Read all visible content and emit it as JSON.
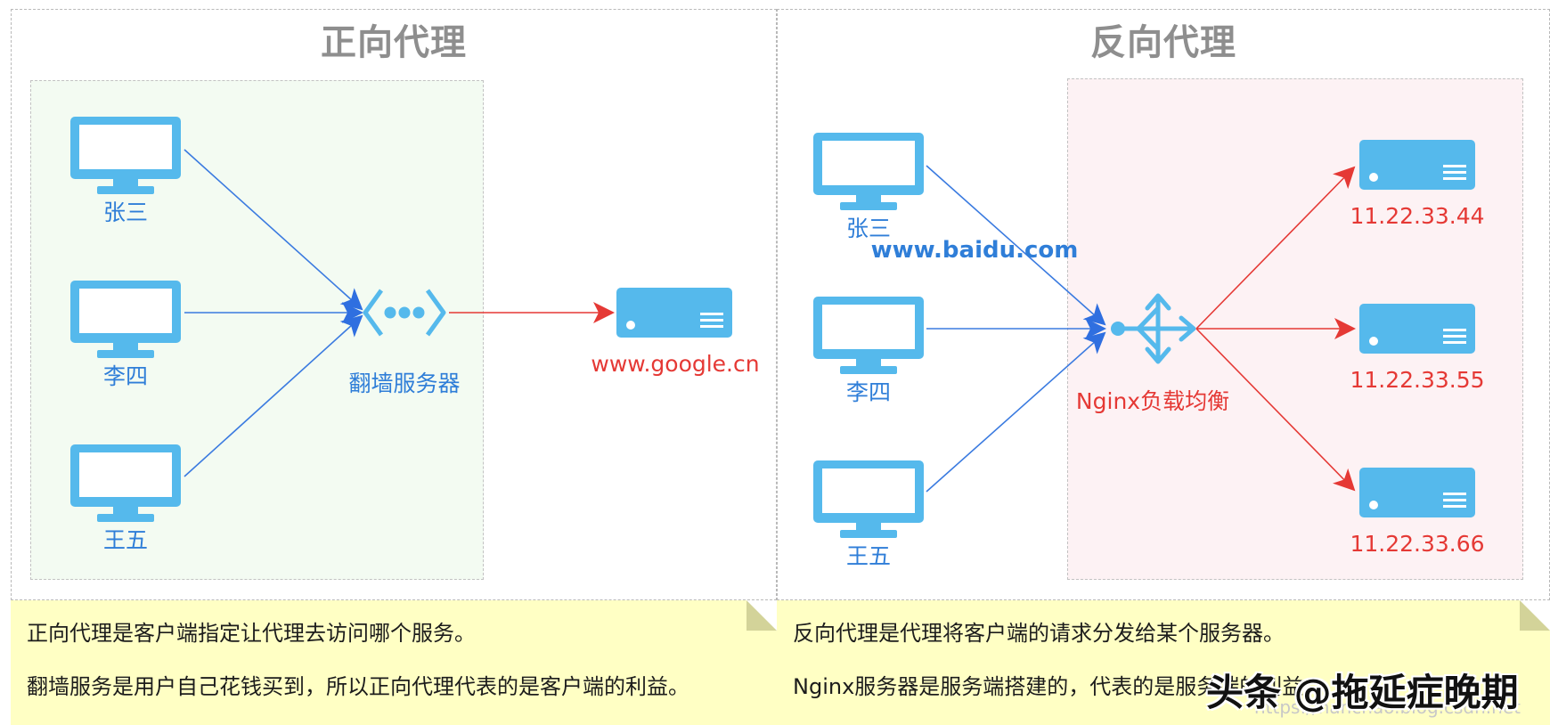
{
  "forward": {
    "title": "正向代理",
    "clients": [
      "张三",
      "李四",
      "王五"
    ],
    "proxy_label": "翻墙服务器",
    "target_label": "www.google.cn",
    "notes": [
      "正向代理是客户端指定让代理去访问哪个服务。",
      "翻墙服务是用户自己花钱买到，所以正向代理代表的是客户端的利益。"
    ]
  },
  "reverse": {
    "title": "反向代理",
    "clients": [
      "张三",
      "李四",
      "王五"
    ],
    "request_url": "www.baidu.com",
    "balancer_label": "Nginx负载均衡",
    "servers": [
      "11.22.33.44",
      "11.22.33.55",
      "11.22.33.66"
    ],
    "notes": [
      "反向代理是代理将客户端的请求分发给某个服务器。",
      "Nginx服务器是服务端搭建的，代表的是服务端的利益。"
    ]
  },
  "watermark": "头条 @拖延症晚期",
  "url_watermark": "https://hanchao.blog.csdn.net",
  "colors": {
    "device": "#55b9ec",
    "client_link": "#3b7be0",
    "server_link": "#e53935",
    "client_zone_bg": "#f3fbf2",
    "server_zone_bg": "#fdf2f4",
    "note_bg": "#ffffc4"
  },
  "icons": [
    "monitor-icon",
    "proxy-icon",
    "server-icon",
    "load-balancer-icon"
  ]
}
